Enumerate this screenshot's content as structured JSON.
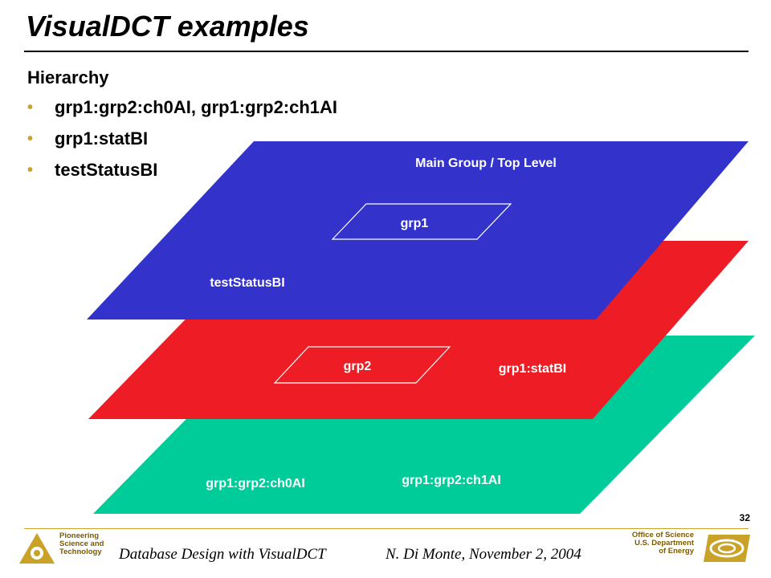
{
  "slide": {
    "title": "VisualDCT examples",
    "section": "Hierarchy",
    "bullets": [
      "grp1:grp2:ch0AI, grp1:grp2:ch1AI",
      "grp1:statBI",
      "testStatusBI"
    ],
    "bullet_glyph": "•"
  },
  "diagram": {
    "top_layer": {
      "label": "Main Group / Top Level",
      "group_label": "grp1",
      "record_label": "testStatusBI",
      "color": "#3333cc"
    },
    "middle_layer": {
      "group_label": "grp2",
      "record_label": "grp1:statBI",
      "color": "#ee1c24"
    },
    "bottom_layer": {
      "record_a": "grp1:grp2:ch0AI",
      "record_b": "grp1:grp2:ch1AI",
      "color": "#00cc99"
    }
  },
  "footer": {
    "page_number": "32",
    "left_text": "Database Design with VisualDCT",
    "right_text": "N. Di Monte, November 2, 2004",
    "left_logo_lines": [
      "Pioneering",
      "Science and",
      "Technology"
    ],
    "right_logo_lines": [
      "Office of Science",
      "U.S. Department",
      "of Energy"
    ],
    "left_logo_icon": "argonne-logo-icon",
    "right_logo_icon": "doe-logo-icon",
    "accent_color": "#c9a227"
  }
}
